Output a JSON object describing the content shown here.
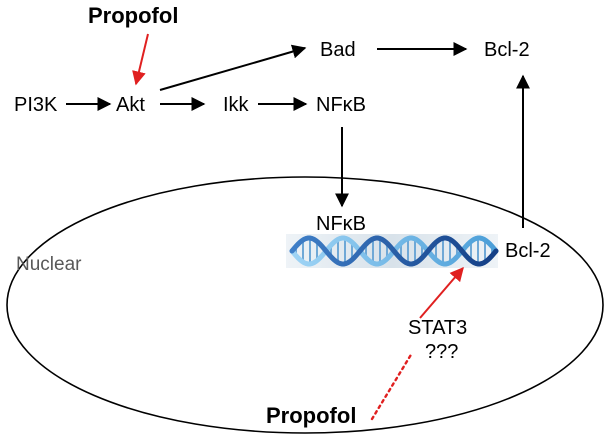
{
  "drugs": {
    "top": "Propofol",
    "bottom": "Propofol"
  },
  "nodes": {
    "pi3k": "PI3K",
    "akt": "Akt",
    "ikk": "Ikk",
    "nfkb_cyto": "NFκB",
    "bad": "Bad",
    "bcl2_cyto": "Bcl-2",
    "nfkb_nuclear": "NFκB",
    "bcl2_nuclear": "Bcl-2",
    "stat3": "STAT3",
    "unknown": "???"
  },
  "compartment": {
    "label": "Nuclear"
  },
  "colors": {
    "arrow": "#000000",
    "drug_arrow": "#e02020",
    "dna_strand_light": "#7ec3ee",
    "dna_strand_dark": "#1e5aa8",
    "dna_background": "#dde6ee"
  }
}
